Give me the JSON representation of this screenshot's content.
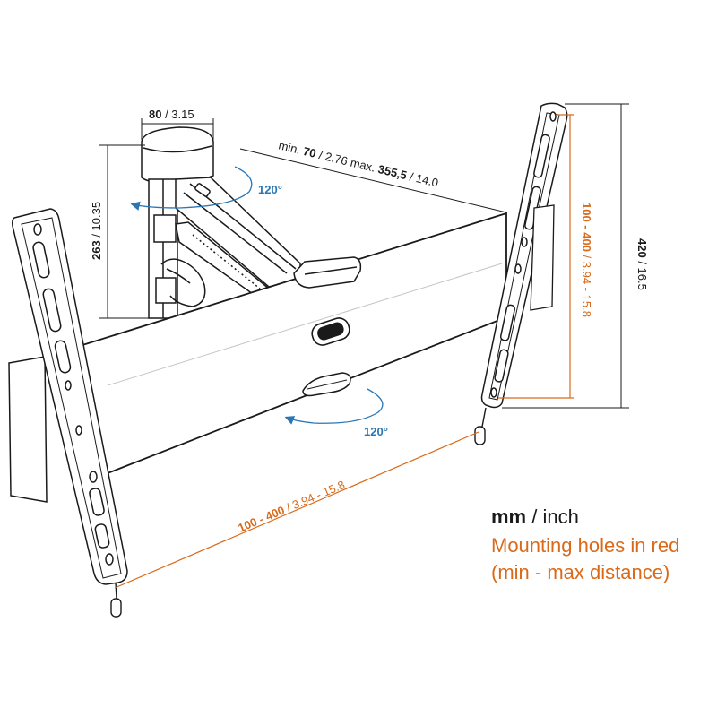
{
  "dimensions": {
    "arm_width_mm": "80",
    "arm_width_in": " / 3.15",
    "arm_height_mm": "263",
    "arm_height_in": " / 10.35",
    "extension_min_label": "min. ",
    "extension_min_mm": "70",
    "extension_min_in": " / 2.76 max. ",
    "extension_max_mm": "355,5",
    "extension_max_in": "  / 14.0",
    "plate_height_mm": "420",
    "plate_height_in": " / 16.5",
    "vertical_holes_mm": "100 - 400",
    "vertical_holes_in": " / 3.94 - 15.8",
    "horizontal_holes_mm": "100 - 400",
    "horizontal_holes_in": " / 3.94 - 15.8",
    "rotation_top": "120°",
    "rotation_bottom": "120°"
  },
  "legend": {
    "units_bold": "mm",
    "units_rest": " / inch",
    "line2": "Mounting holes in red",
    "line3": "(min - max distance)"
  },
  "colors": {
    "line": "#1a1a1a",
    "red": "#d96a1a",
    "blue": "#2a77b5"
  }
}
